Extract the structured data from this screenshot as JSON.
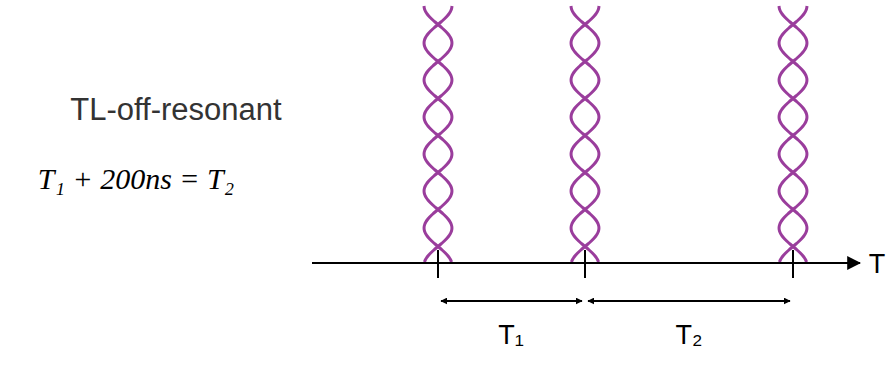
{
  "diagram": {
    "labels": [
      "TL-off-resonant",
      "T₁ + 200ns = T₂",
      "T",
      "T₁",
      "T₂"
    ]
  }
}
